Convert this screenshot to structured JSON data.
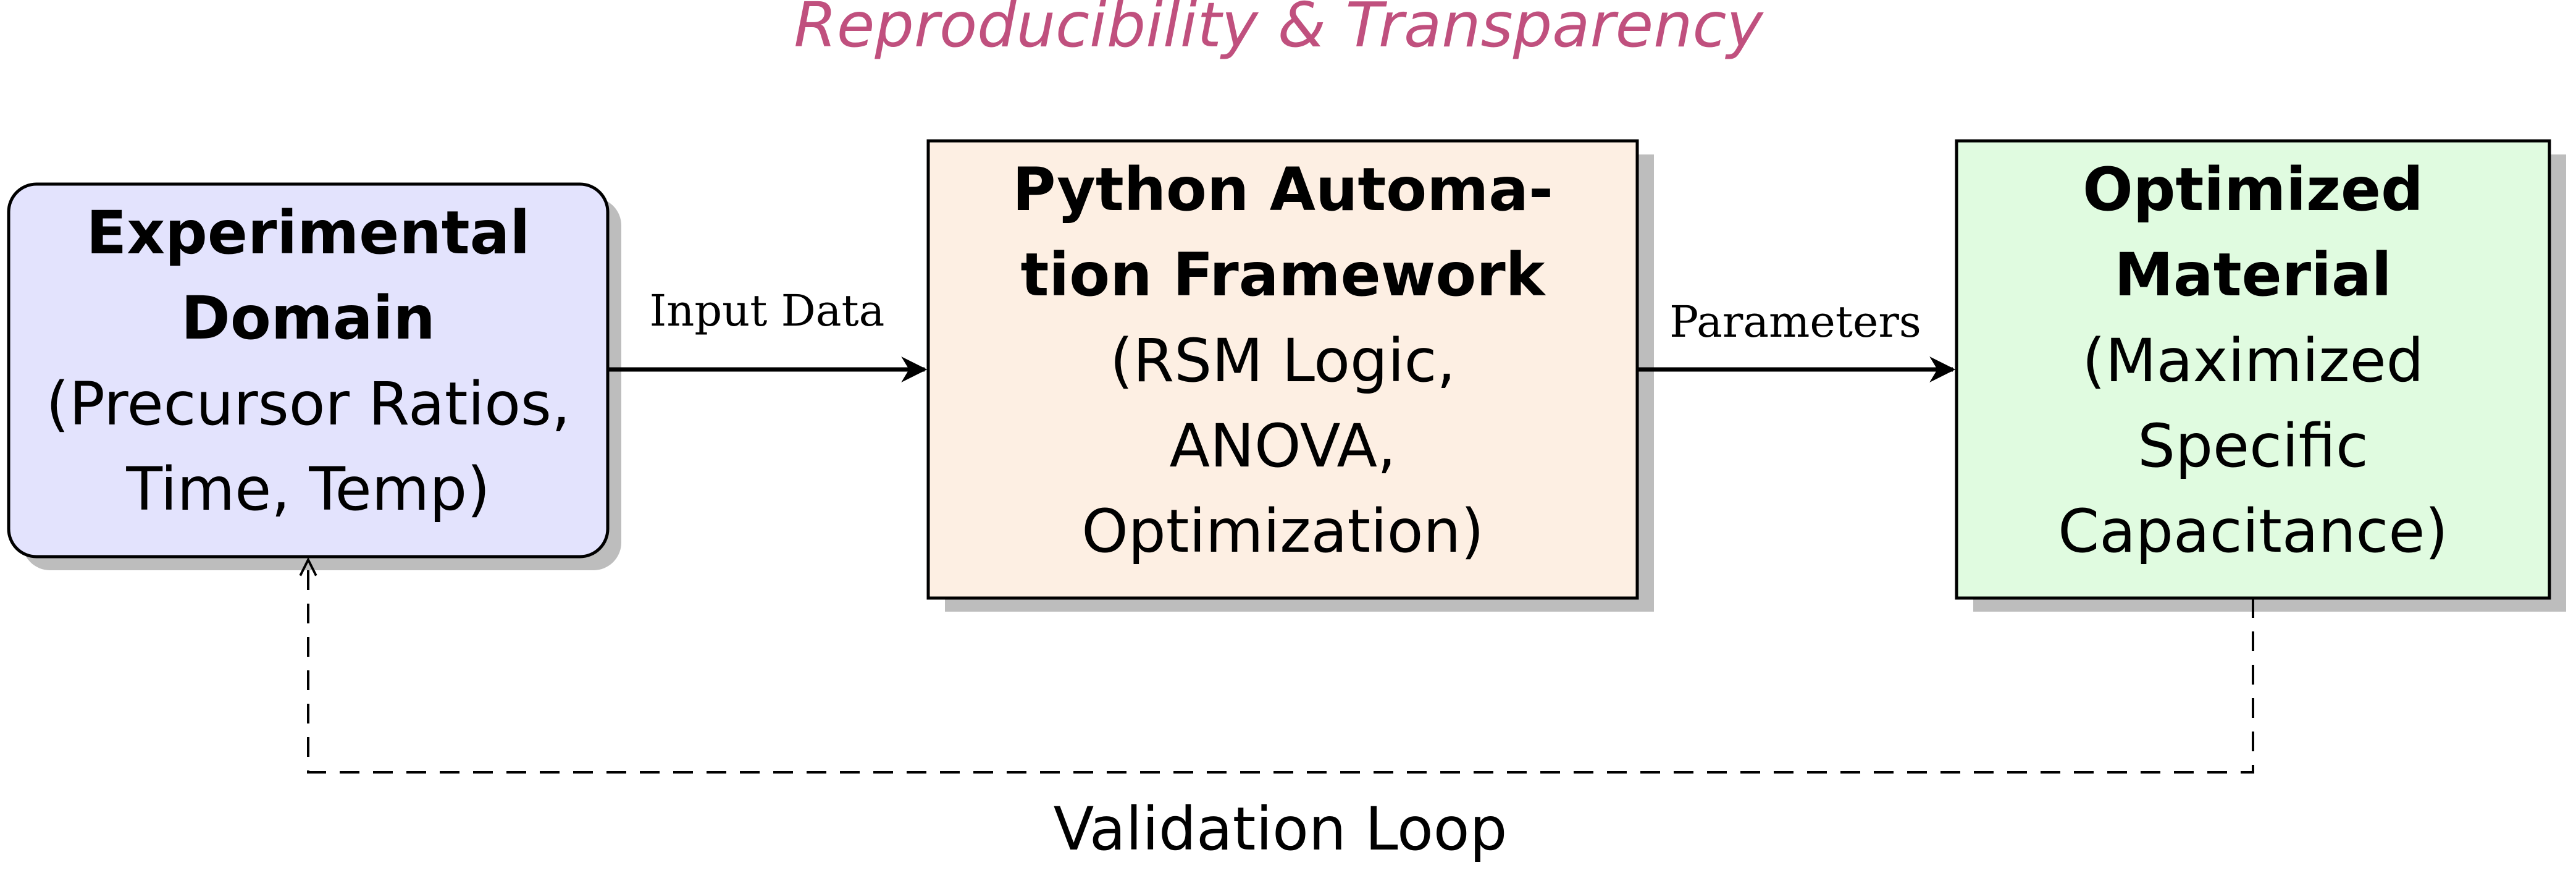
{
  "title": "Reproducibility & Transparency",
  "nodes": {
    "experimental": {
      "bold_lines": [
        "Experimental",
        "Domain"
      ],
      "lines": [
        "(Precursor Ratios,",
        "Time, Temp)"
      ]
    },
    "python": {
      "bold_lines": [
        "Python Automa-",
        "tion Framework"
      ],
      "lines": [
        "(RSM Logic,",
        "ANOVA,",
        "Optimization)"
      ]
    },
    "optimized": {
      "bold_lines": [
        "Optimized",
        "Material"
      ],
      "lines": [
        "(Maximized",
        "Specific",
        "Capacitance)"
      ]
    }
  },
  "edges": {
    "input_data": "Input Data",
    "parameters": "Parameters",
    "validation_loop": "Validation Loop"
  },
  "colors": {
    "title": "#c0507e",
    "experimental_fill": "#e3e3fd",
    "python_fill": "#fdefe3",
    "optimized_fill": "#e0fbe0",
    "shadow": "#bdbdbd",
    "stroke": "#000000"
  }
}
